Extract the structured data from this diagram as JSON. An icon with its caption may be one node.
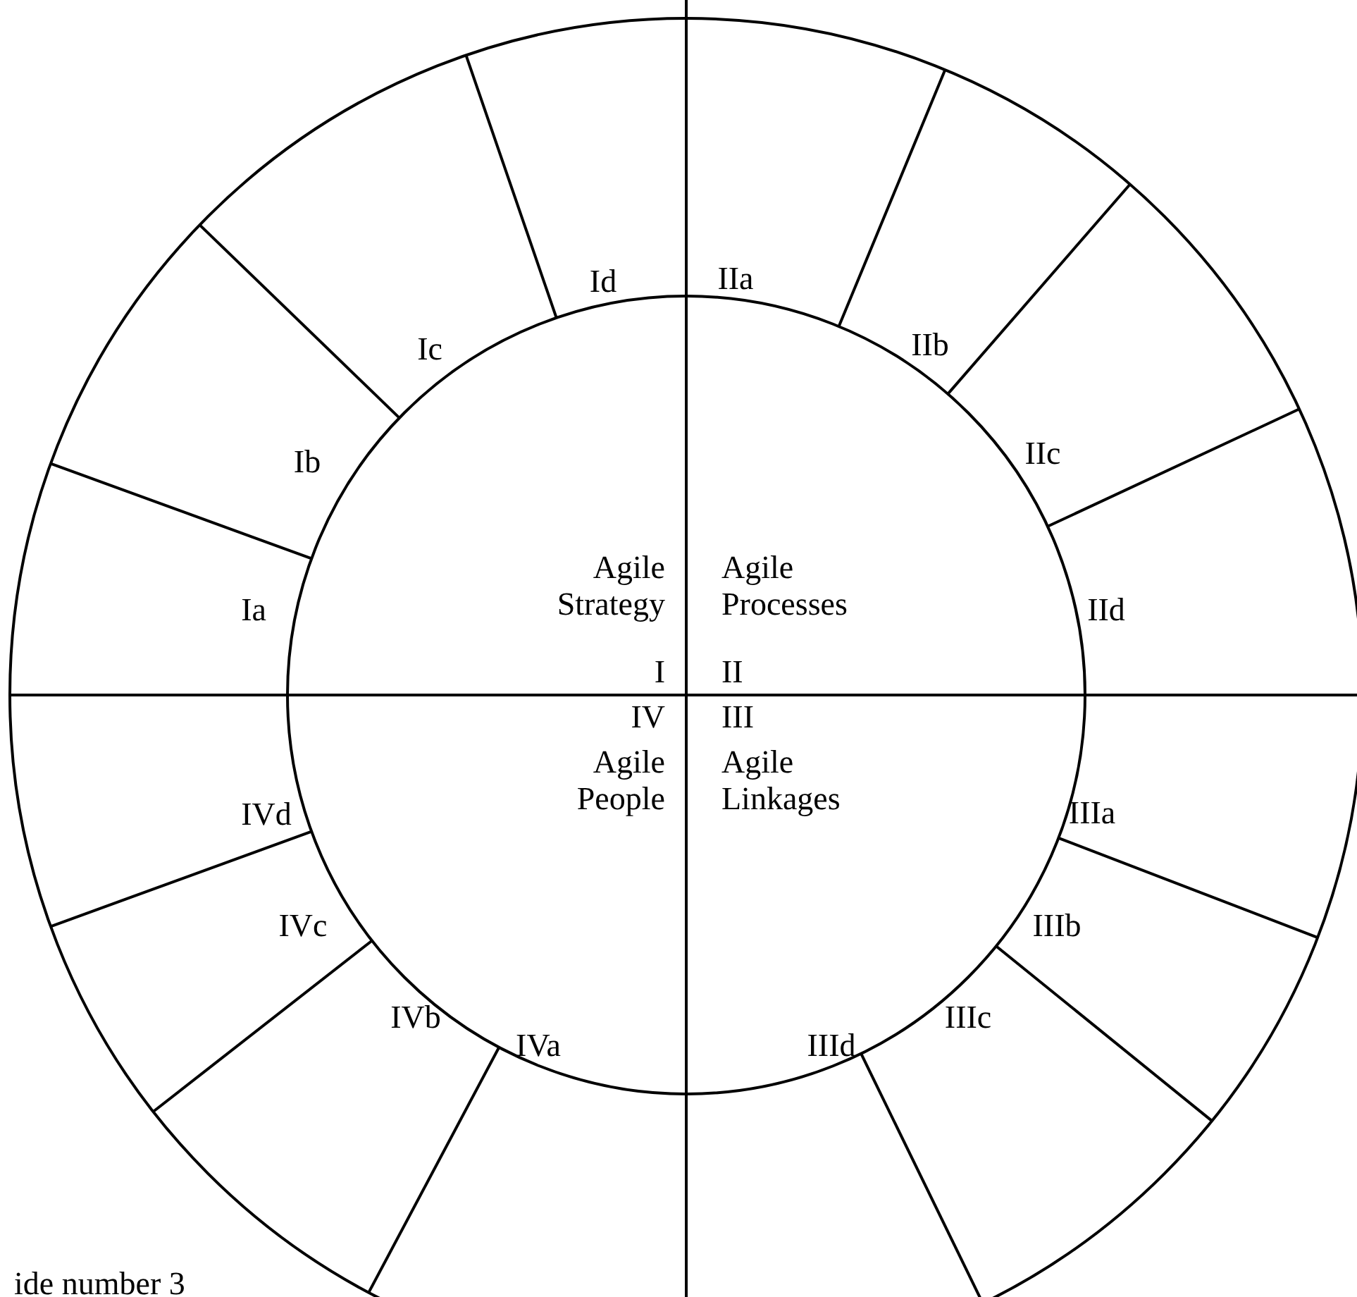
{
  "diagram": {
    "nodes": [
      {
        "text": [
          "Agile Strategy",
          "I"
        ]
      },
      {
        "text": [
          "Agile Processes",
          "II"
        ]
      },
      {
        "text": [
          "IV",
          "Agile People"
        ]
      },
      {
        "text": [
          "III",
          "Agile Linkages"
        ]
      },
      {
        "text": [
          "Ia"
        ]
      },
      {
        "text": [
          "Ib"
        ]
      },
      {
        "text": [
          "Ic"
        ]
      },
      {
        "text": [
          "Id"
        ]
      },
      {
        "text": [
          "IIa"
        ]
      },
      {
        "text": [
          "IIb"
        ]
      },
      {
        "text": [
          "IIc"
        ]
      },
      {
        "text": [
          "IId"
        ]
      },
      {
        "text": [
          "IIIa"
        ]
      },
      {
        "text": [
          "IIIb"
        ]
      },
      {
        "text": [
          "IIIc"
        ]
      },
      {
        "text": [
          "IIId"
        ]
      },
      {
        "text": [
          "IVa"
        ]
      },
      {
        "text": [
          "IVb"
        ]
      },
      {
        "text": [
          "IVc"
        ]
      },
      {
        "text": [
          "IVd"
        ]
      }
    ],
    "labels": [
      "ide number 3"
    ]
  }
}
